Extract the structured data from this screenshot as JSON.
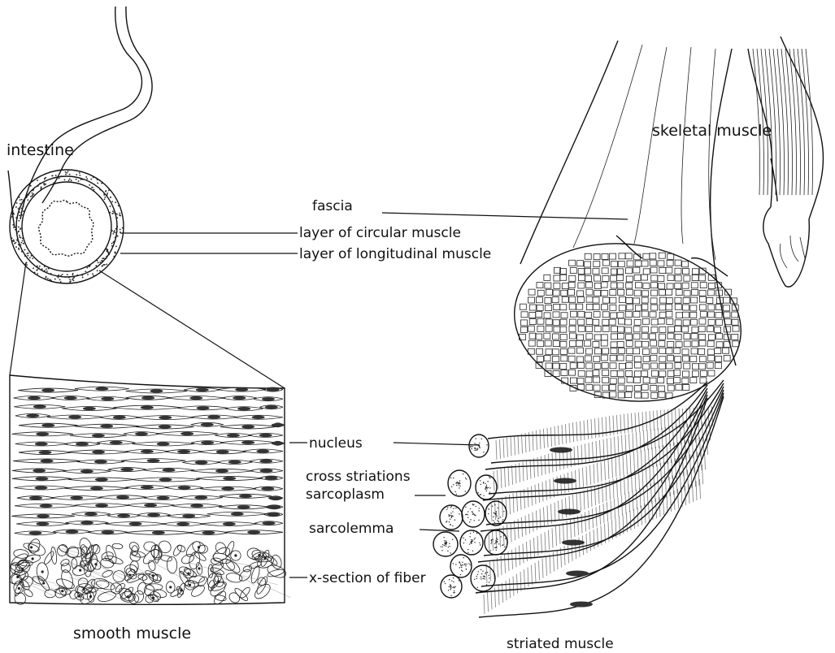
{
  "labels": {
    "intestine": "intestine",
    "skeletal_muscle": "skeletal muscle",
    "fascia": "fascia",
    "layer_circular": "layer of circular muscle",
    "layer_longitudinal": "layer of longitudinal muscle",
    "nucleus": "nucleus",
    "cross_striations": "cross striations",
    "sarcoplasm": "sarcoplasm",
    "sarcolemma": "sarcolemma",
    "x_section": "x-section of fiber",
    "smooth_muscle": "smooth muscle",
    "striated_muscle": "striated muscle"
  }
}
